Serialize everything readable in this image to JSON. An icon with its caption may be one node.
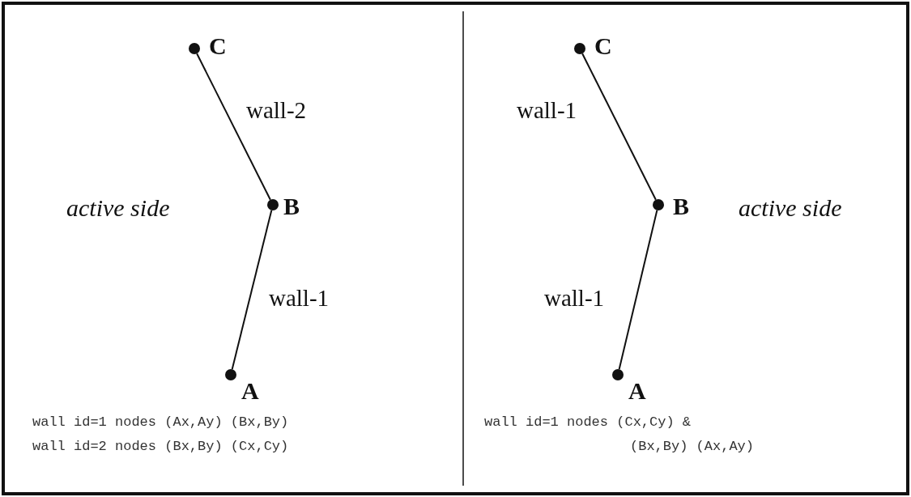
{
  "diagram": {
    "nodes": [
      {
        "text": [],
        "shape": "circle",
        "beside": [
          "C"
        ]
      },
      {
        "text": [],
        "shape": "circle",
        "beside": [
          "B"
        ]
      },
      {
        "text": [],
        "shape": "circle",
        "beside": [
          "A"
        ]
      },
      {
        "text": [],
        "shape": "circle",
        "beside": [
          "C"
        ]
      },
      {
        "text": [],
        "shape": "circle",
        "beside": [
          "B"
        ]
      },
      {
        "text": [],
        "shape": "circle",
        "beside": [
          "A"
        ]
      }
    ],
    "edges": [
      {
        "from": 0,
        "to": 1,
        "arrow": "none",
        "label": "wall-2"
      },
      {
        "from": 1,
        "to": 2,
        "arrow": "none",
        "label": "wall-1"
      },
      {
        "from": 3,
        "to": 4,
        "arrow": "none",
        "label": "wall-1"
      },
      {
        "from": 4,
        "to": 5,
        "arrow": "none",
        "label": "wall-1"
      }
    ],
    "labels": [
      "active side",
      "wall id=1 nodes (Ax,Ay) (Bx,By)",
      "wall id=2 nodes (Bx,By) (Cx,Cy)",
      "active side",
      "wall id=1 nodes (Cx,Cy) &",
      "(Bx,By) (Ax,Ay)"
    ]
  }
}
